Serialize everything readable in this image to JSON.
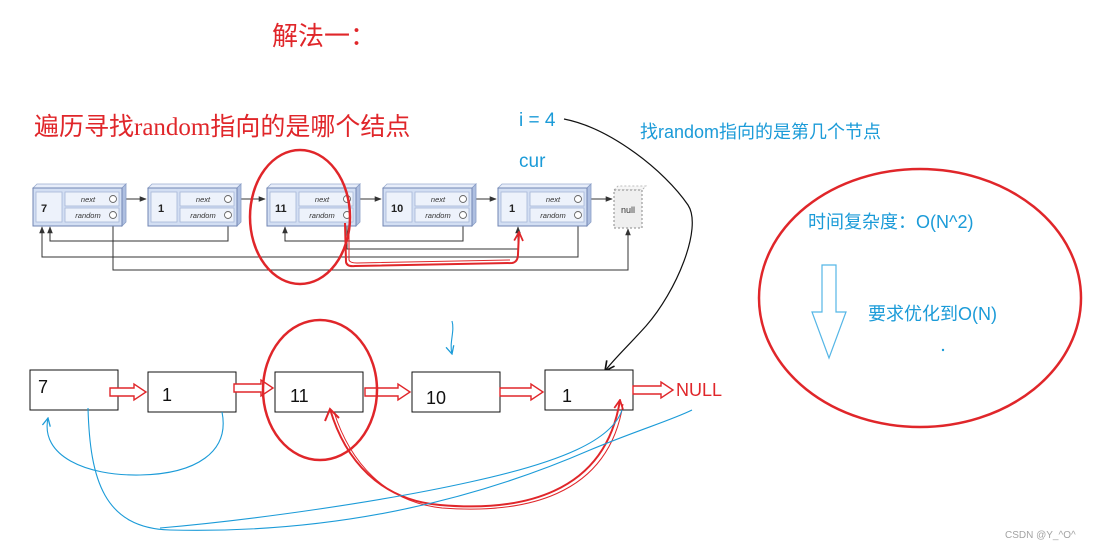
{
  "title": "解法一：",
  "heading": "遍历寻找random指向的是哪个结点",
  "notes": {
    "i_label": "i = 4",
    "cur_label": "cur",
    "find_position": "找random指向的是第几个节点",
    "complexity": "时间复杂度：O(N^2)",
    "optimize": "要求优化到O(N)"
  },
  "top_list": {
    "field_next": "next",
    "field_random": "random",
    "null_label": "null",
    "nodes": [
      {
        "value": "7"
      },
      {
        "value": "1"
      },
      {
        "value": "11"
      },
      {
        "value": "10"
      },
      {
        "value": "1"
      }
    ]
  },
  "bottom_list": {
    "null_label": "NULL",
    "nodes": [
      {
        "value": "7"
      },
      {
        "value": "1"
      },
      {
        "value": "11"
      },
      {
        "value": "10"
      },
      {
        "value": "1"
      }
    ]
  },
  "watermark": "CSDN @Y_^O^",
  "colors": {
    "annotation_red": "#e0262a",
    "annotation_blue": "#1b9bd8",
    "node_fill": "#d3dff3",
    "node_border": "#7186b3",
    "pointer_line": "#333333"
  }
}
